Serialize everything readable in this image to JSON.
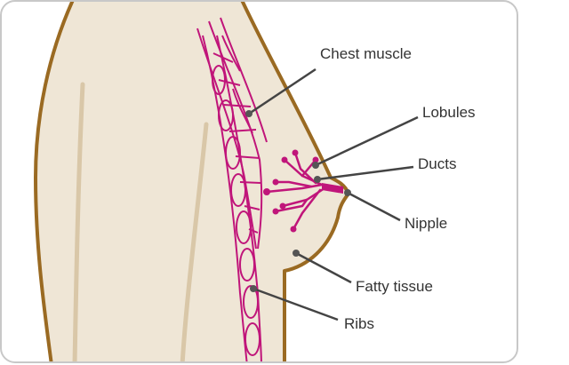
{
  "labels": {
    "chest_muscle": "Chest muscle",
    "lobules": "Lobules",
    "ducts": "Ducts",
    "nipple": "Nipple",
    "fatty_tissue": "Fatty tissue",
    "ribs": "Ribs"
  },
  "colors": {
    "skin": "#efe6d6",
    "outline": "#9a6a22",
    "tissue": "#c0157a",
    "leader": "#444444",
    "frame": "#c8c8c8"
  }
}
